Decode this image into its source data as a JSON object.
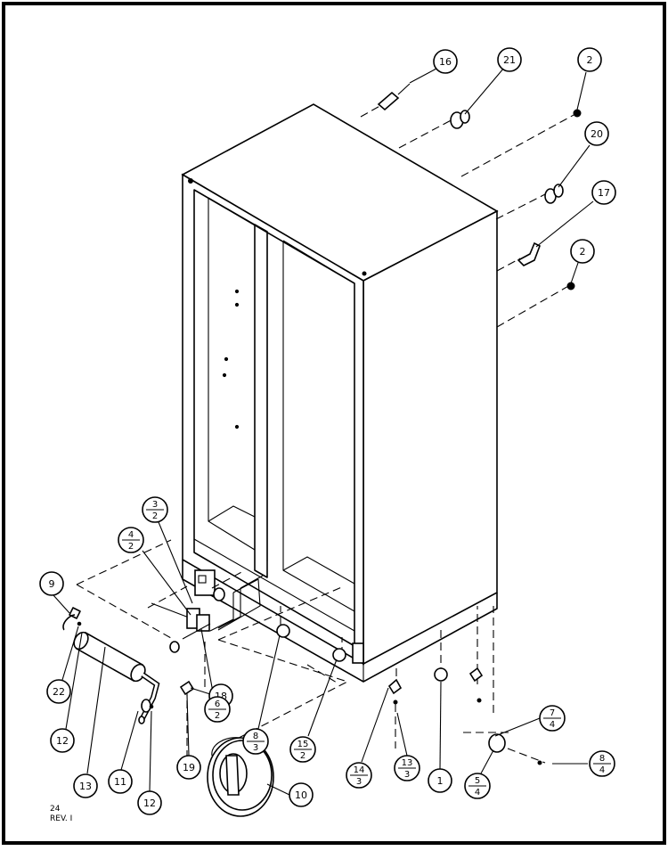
{
  "drawing": {
    "footer_code": "24",
    "footer_rev": "REV. I"
  },
  "callouts": [
    {
      "id": "c16a",
      "num": "16"
    },
    {
      "id": "c21",
      "num": "21"
    },
    {
      "id": "c2a",
      "num": "2"
    },
    {
      "id": "c20",
      "num": "20"
    },
    {
      "id": "c17",
      "num": "17"
    },
    {
      "id": "c2b",
      "num": "2"
    },
    {
      "id": "c9",
      "num": "9"
    },
    {
      "id": "c22",
      "num": "22"
    },
    {
      "id": "c12a",
      "num": "12"
    },
    {
      "id": "c13",
      "num": "13"
    },
    {
      "id": "c11",
      "num": "11"
    },
    {
      "id": "c12b",
      "num": "12"
    },
    {
      "id": "c19",
      "num": "19"
    },
    {
      "id": "c18",
      "num": "18"
    },
    {
      "id": "c10",
      "num": "10"
    },
    {
      "id": "c1",
      "num": "1"
    }
  ],
  "fraction_callouts": [
    {
      "id": "f3_2",
      "num": "3",
      "den": "2"
    },
    {
      "id": "f4_2",
      "num": "4",
      "den": "2"
    },
    {
      "id": "f6_2",
      "num": "6",
      "den": "2"
    },
    {
      "id": "f8_3",
      "num": "8",
      "den": "3"
    },
    {
      "id": "f15_2",
      "num": "15",
      "den": "2"
    },
    {
      "id": "f14_3",
      "num": "14",
      "den": "3"
    },
    {
      "id": "f13_3",
      "num": "13",
      "den": "3"
    },
    {
      "id": "f7_4",
      "num": "7",
      "den": "4"
    },
    {
      "id": "f5_4",
      "num": "5",
      "den": "4"
    },
    {
      "id": "f8_4",
      "num": "8",
      "den": "4"
    }
  ]
}
